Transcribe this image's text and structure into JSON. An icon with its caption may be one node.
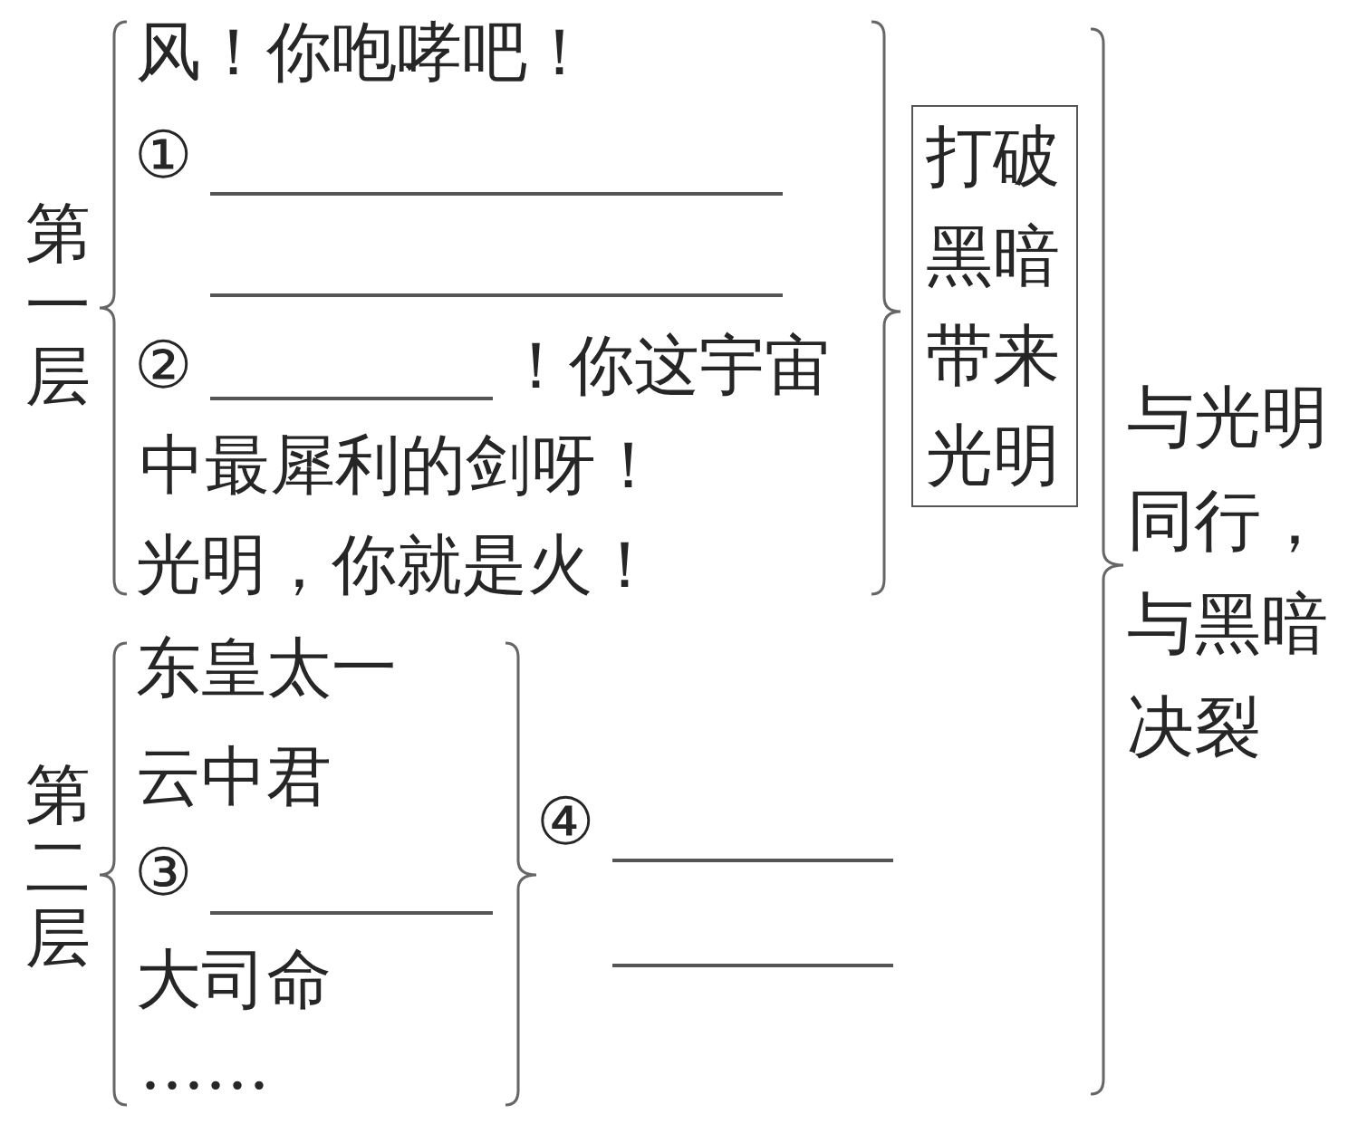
{
  "diagram": {
    "nodes": [
      {
        "text": [
          "打破黑暗带来光明"
        ]
      }
    ],
    "labels": [
      "第一层",
      "风！你咆哮吧！",
      "①",
      "②",
      "！你这宇宙",
      "中最犀利的剑呀！",
      "光明，你就是火！",
      "第二层",
      "东皇太一",
      "云中君",
      "③",
      "大司命",
      "……",
      "④",
      "与光明同行，与黑暗决裂"
    ]
  }
}
